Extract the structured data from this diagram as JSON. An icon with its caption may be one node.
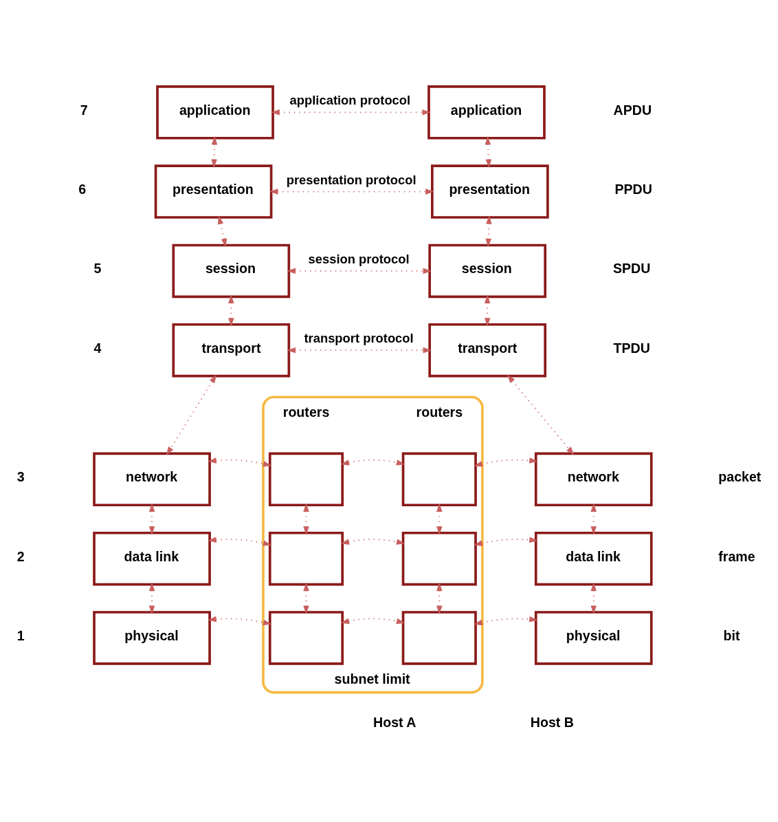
{
  "diagram": {
    "nodes": [
      {
        "text": [
          "application"
        ]
      },
      {
        "text": [
          "presentation"
        ]
      },
      {
        "text": [
          "session"
        ]
      },
      {
        "text": [
          "transport"
        ]
      },
      {
        "text": [
          "network"
        ]
      },
      {
        "text": [
          "data link"
        ]
      },
      {
        "text": [
          "physical"
        ]
      },
      {
        "text": [
          "application"
        ]
      },
      {
        "text": [
          "presentation"
        ]
      },
      {
        "text": [
          "session"
        ]
      },
      {
        "text": [
          "transport"
        ]
      },
      {
        "text": [
          "network"
        ]
      },
      {
        "text": [
          "data link"
        ]
      },
      {
        "text": [
          "physical"
        ]
      },
      {
        "text": [
          "subnet limit"
        ]
      },
      {
        "text": [],
        "shape": "box",
        "in": 14
      },
      {
        "text": [],
        "shape": "box",
        "in": 14
      },
      {
        "text": [],
        "shape": "box",
        "in": 14
      },
      {
        "text": [],
        "shape": "box",
        "in": 14
      },
      {
        "text": [],
        "shape": "box",
        "in": 14
      },
      {
        "text": [],
        "shape": "box",
        "in": 14
      }
    ],
    "edges": [
      {
        "from": 0,
        "to": 1,
        "arrow": "both"
      },
      {
        "from": 1,
        "to": 2,
        "arrow": "both"
      },
      {
        "from": 2,
        "to": 3,
        "arrow": "both"
      },
      {
        "from": 3,
        "to": 4,
        "arrow": "both"
      },
      {
        "from": 4,
        "to": 5,
        "arrow": "both"
      },
      {
        "from": 5,
        "to": 6,
        "arrow": "both"
      },
      {
        "from": 7,
        "to": 8,
        "arrow": "both"
      },
      {
        "from": 8,
        "to": 9,
        "arrow": "both"
      },
      {
        "from": 9,
        "to": 10,
        "arrow": "both"
      },
      {
        "from": 10,
        "to": 11,
        "arrow": "both"
      },
      {
        "from": 11,
        "to": 12,
        "arrow": "both"
      },
      {
        "from": 12,
        "to": 13,
        "arrow": "both"
      },
      {
        "from": 0,
        "to": 7,
        "arrow": "both",
        "label": "application protocol"
      },
      {
        "from": 1,
        "to": 8,
        "arrow": "both",
        "label": "presentation protocol"
      },
      {
        "from": 2,
        "to": 9,
        "arrow": "both",
        "label": "session protocol"
      },
      {
        "from": 3,
        "to": 10,
        "arrow": "both",
        "label": "transport protocol"
      },
      {
        "from": 4,
        "to": 15,
        "arrow": "both"
      },
      {
        "from": 15,
        "to": 16,
        "arrow": "both"
      },
      {
        "from": 16,
        "to": 11,
        "arrow": "both"
      },
      {
        "from": 5,
        "to": 17,
        "arrow": "both"
      },
      {
        "from": 17,
        "to": 18,
        "arrow": "both"
      },
      {
        "from": 18,
        "to": 12,
        "arrow": "both"
      },
      {
        "from": 6,
        "to": 19,
        "arrow": "both"
      },
      {
        "from": 19,
        "to": 20,
        "arrow": "both"
      },
      {
        "from": 20,
        "to": 13,
        "arrow": "both"
      },
      {
        "from": 15,
        "to": 17,
        "arrow": "both"
      },
      {
        "from": 17,
        "to": 19,
        "arrow": "both"
      },
      {
        "from": 16,
        "to": 18,
        "arrow": "both"
      },
      {
        "from": 18,
        "to": 20,
        "arrow": "both"
      }
    ],
    "labels": [
      "7",
      "APDU",
      "6",
      "PPDU",
      "5",
      "SPDU",
      "4",
      "TPDU",
      "routers",
      "routers",
      "3",
      "packet",
      "2",
      "frame",
      "1",
      "bit",
      "Host A",
      "Host B"
    ]
  }
}
